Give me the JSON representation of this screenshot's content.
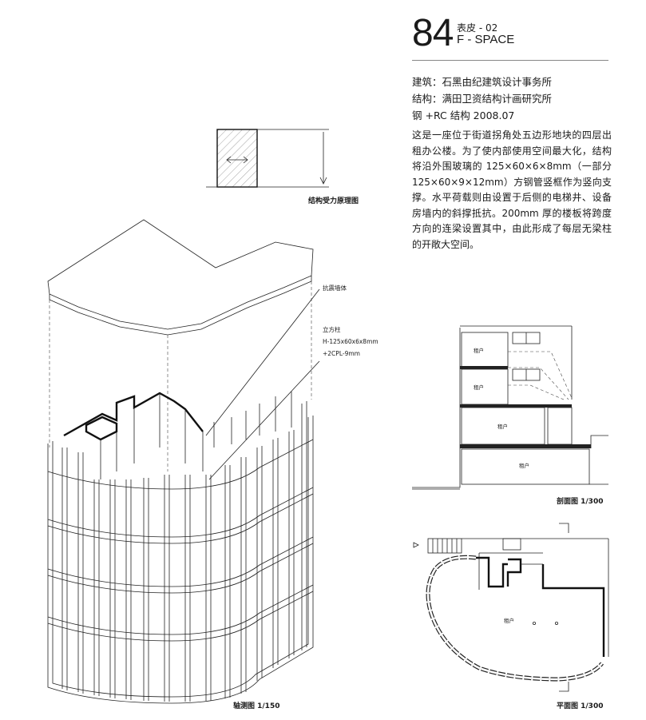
{
  "header": {
    "number": "84",
    "label_cn": "表皮 - 02",
    "label_en": "F - SPACE"
  },
  "credits": {
    "architect": "建筑：石黑由纪建筑设计事务所",
    "structure": "结构：满田卫资结构计画研究所",
    "system": "钢 +RC 结构    2008.07"
  },
  "description": "这是一座位于街道拐角处五边形地块的四层出租办公楼。为了使内部使用空间最大化，结构将沿外围玻璃的 125×60×6×8mm（一部分 125×60×9×12mm）方钢管竖框作为竖向支撑。水平荷载则由设置于后侧的电梯井、设备房墙内的斜撑抵抗。200mm 厚的楼板将跨度方向的连梁设置其中，由此形成了每层无梁柱的开敞大空间。",
  "diagram": {
    "caption": "结构受力原理图"
  },
  "axonometric": {
    "caption": "轴测图 1/150",
    "annotation_wall": "抗震墙体",
    "annotation_column_title": "立方柱",
    "annotation_column_spec1": "H-125x60x6x8mm",
    "annotation_column_spec2": "+2CPL-9mm"
  },
  "section": {
    "caption": "剖面图 1/300",
    "room_label": "租户"
  },
  "plan": {
    "caption": "平面图 1/300",
    "room_label": "租户"
  }
}
